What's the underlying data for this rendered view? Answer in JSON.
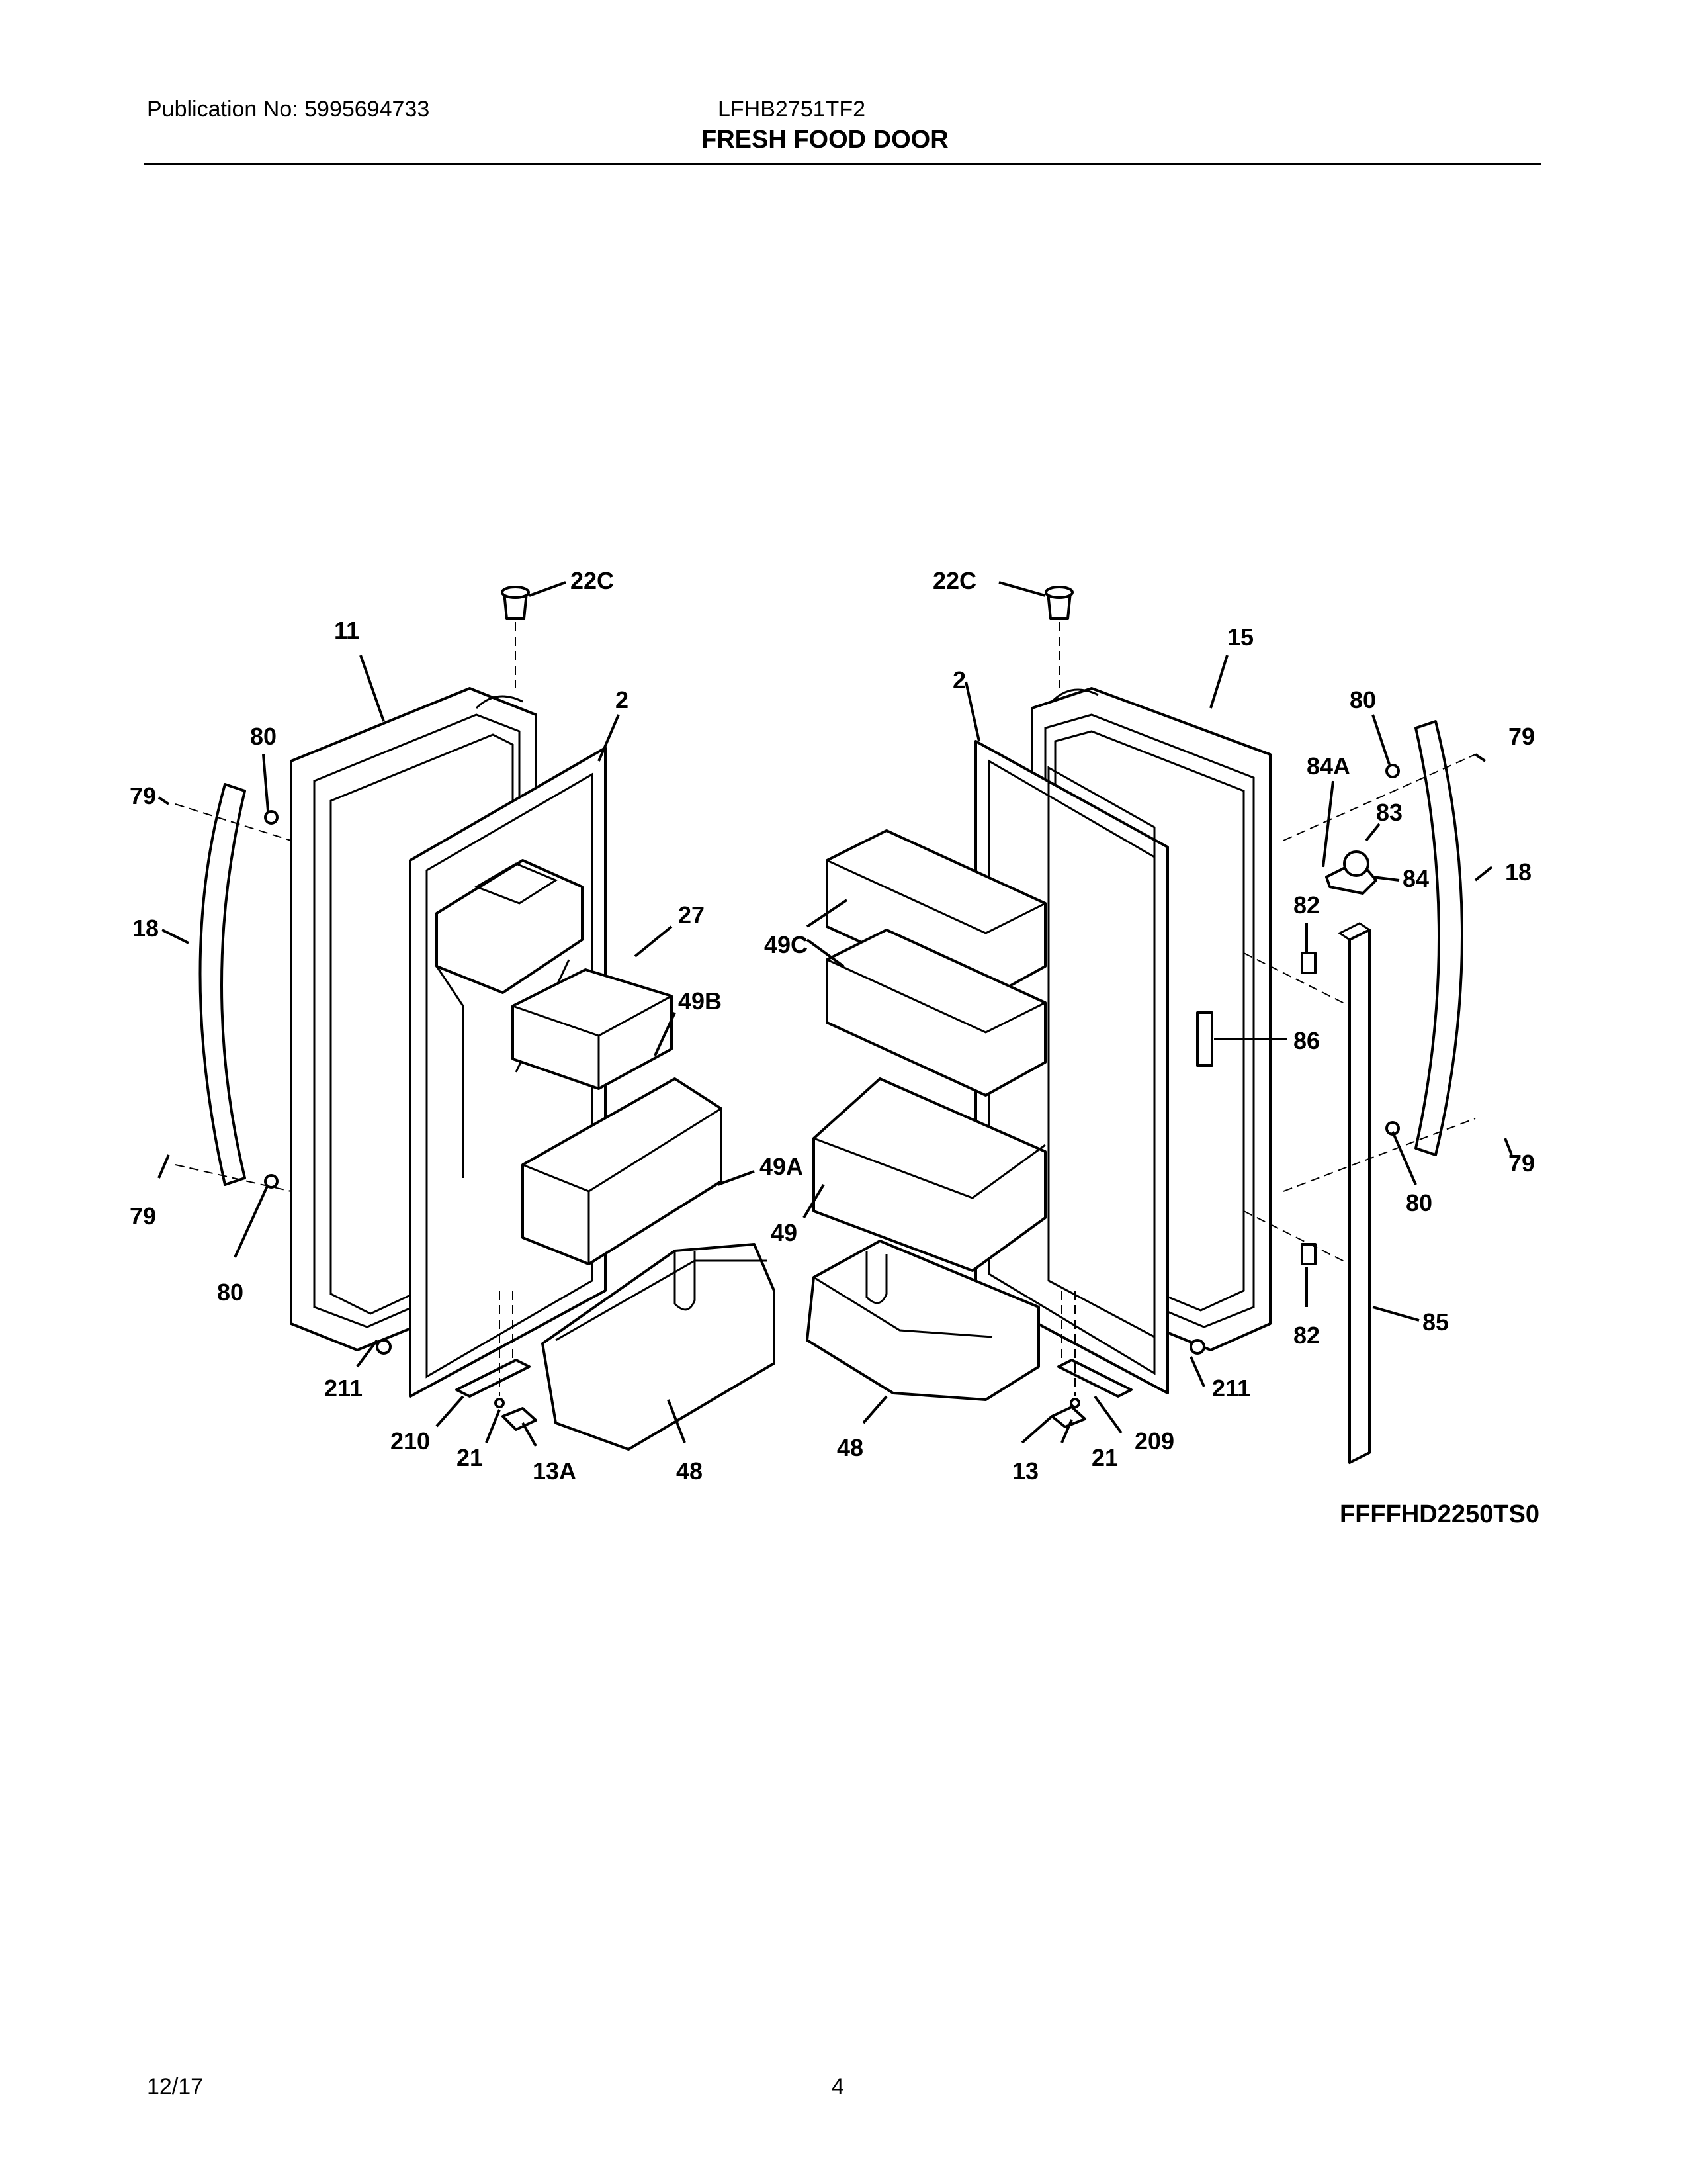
{
  "header": {
    "publication": "Publication No: 5995694733",
    "model": "LFHB2751TF2",
    "title": "FRESH FOOD DOOR"
  },
  "diagram": {
    "code": "FFFFHD2250TS0",
    "callouts": {
      "c22c_left": "22C",
      "c11": "11",
      "c2_left": "2",
      "c80_left_top": "80",
      "c79_left_top": "79",
      "c18_left": "18",
      "c27": "27",
      "c49b": "49B",
      "c49a": "49A",
      "c79_left_bot": "79",
      "c80_left_bot": "80",
      "c211_left": "211",
      "c210": "210",
      "c21_left": "21",
      "c13a": "13A",
      "c48_left": "48",
      "c22c_right": "22C",
      "c2_right": "2",
      "c15": "15",
      "c49c": "49C",
      "c49": "49",
      "c48_right": "48",
      "c13": "13",
      "c21_right": "21",
      "c209": "209",
      "c211_right": "211",
      "c80_right_top": "80",
      "c84a": "84A",
      "c83": "83",
      "c84": "84",
      "c79_right_top": "79",
      "c18_right": "18",
      "c82_top": "82",
      "c86": "86",
      "c80_right_bot": "80",
      "c79_right_bot": "79",
      "c82_bot": "82",
      "c85": "85"
    }
  },
  "footer": {
    "date": "12/17",
    "page": "4"
  }
}
